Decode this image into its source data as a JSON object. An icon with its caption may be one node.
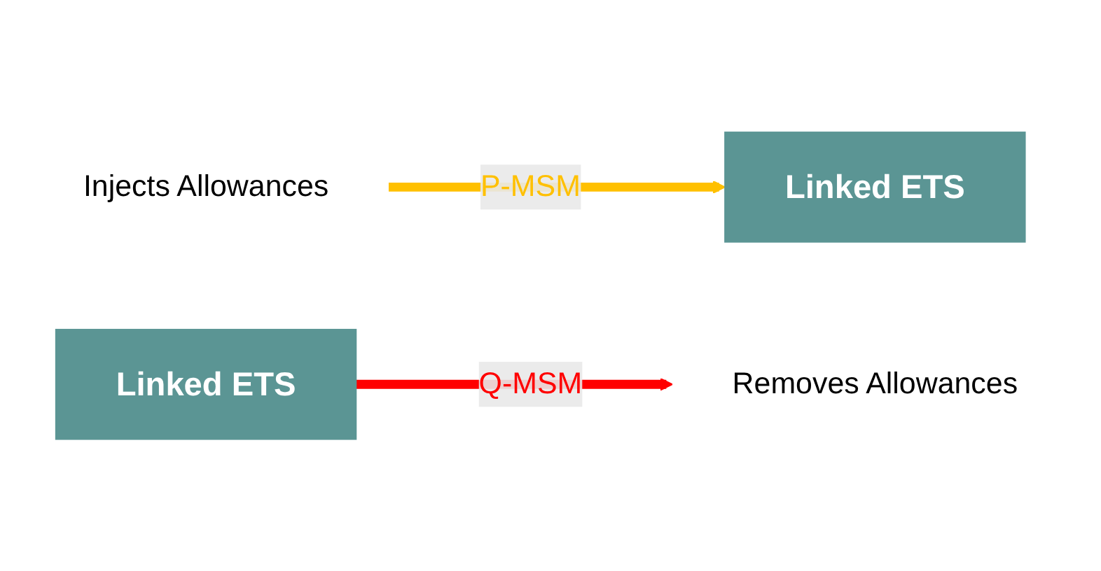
{
  "diagram": {
    "nodes": [
      {
        "text": [
          "Linked ETS"
        ]
      },
      {
        "text": [
          "Injects Allowances"
        ]
      },
      {
        "text": [
          "Linked ETS"
        ]
      },
      {
        "text": [
          "Removes Allowances"
        ]
      }
    ],
    "edges": [
      {
        "from": 1,
        "to": 0,
        "arrow": "to",
        "label": "P-MSM",
        "color": "#ffc000"
      },
      {
        "from": 2,
        "to": 3,
        "arrow": "to",
        "label": "Q-MSM",
        "color": "#ff0000"
      }
    ]
  }
}
